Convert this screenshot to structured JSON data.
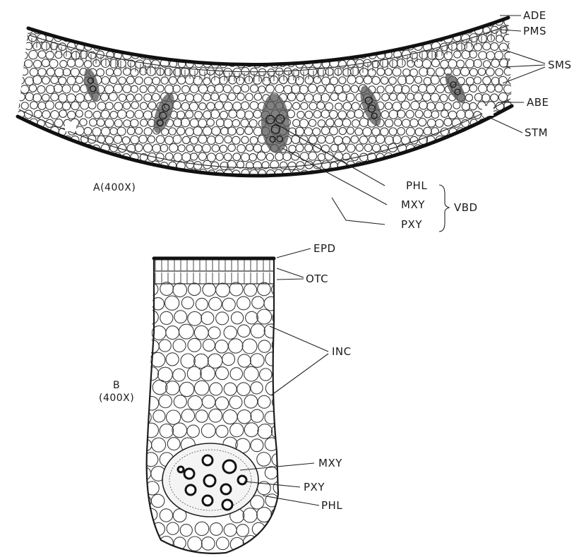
{
  "figure": {
    "panel_a": {
      "caption": "A(400X)",
      "labels": {
        "ade": "ADE",
        "pms": "PMS",
        "sms": "SMS",
        "abe": "ABE",
        "stm": "STM",
        "phl": "PHL",
        "mxy": "MXY",
        "pxy": "PXY",
        "vbd": "VBD"
      }
    },
    "panel_b": {
      "caption_letter": "B",
      "caption_mag": "(400X)",
      "labels": {
        "epd": "EPD",
        "otc": "OTC",
        "inc": "INC",
        "mxy": "MXY",
        "pxy": "PXY",
        "phl": "PHL"
      }
    }
  }
}
